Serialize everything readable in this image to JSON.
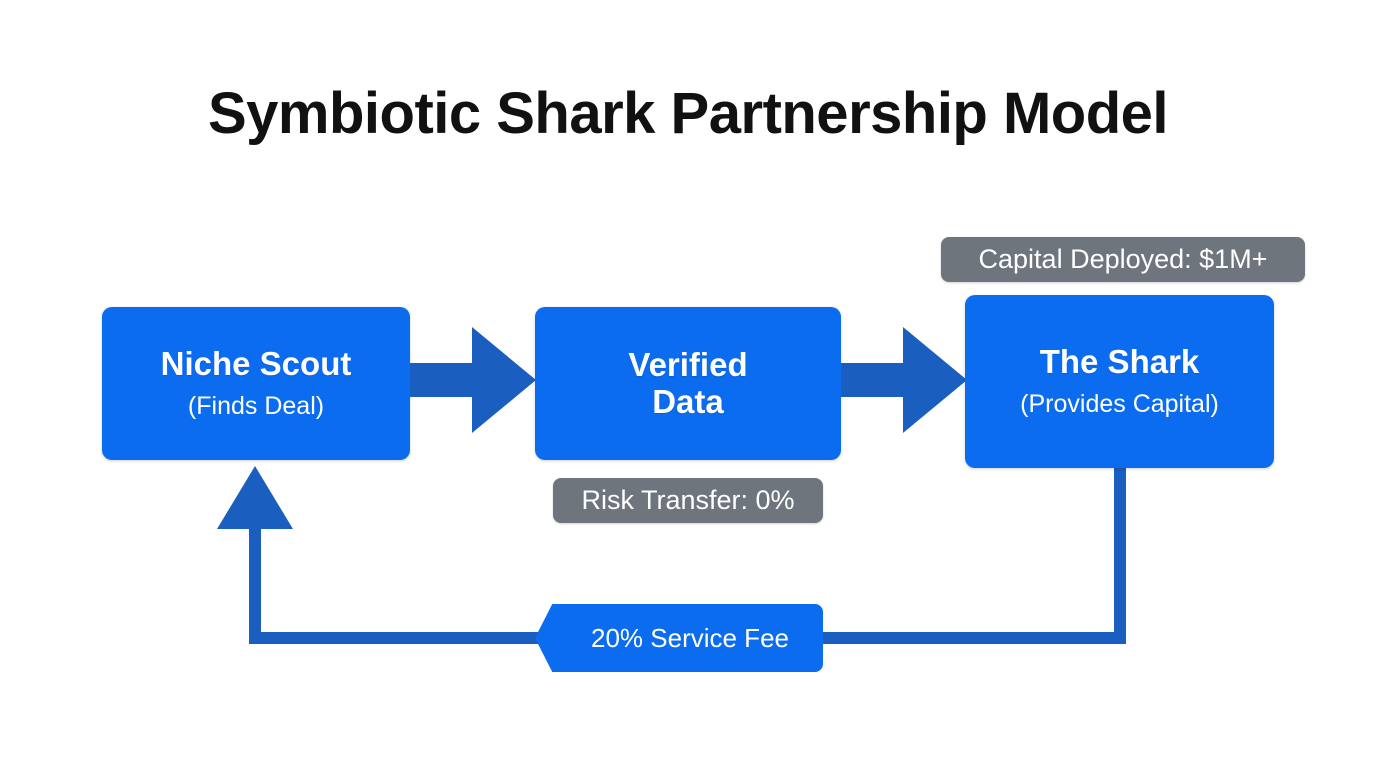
{
  "title": "Symbiotic Shark Partnership Model",
  "nodes": [
    {
      "id": "niche-scout",
      "title": "Niche Scout",
      "subtitle": "(Finds Deal)"
    },
    {
      "id": "verified-data",
      "title": "Verified\nData",
      "subtitle": ""
    },
    {
      "id": "the-shark",
      "title": "The Shark",
      "subtitle": "(Provides Capital)"
    }
  ],
  "badges": {
    "capital": "Capital Deployed: $1M+",
    "risk": "Risk Transfer: 0%"
  },
  "feedback": {
    "label": "20% Service Fee"
  },
  "colors": {
    "node_fill": "#0b6cf0",
    "arrow": "#1a5fc0",
    "badge_gray": "#6e757d",
    "title_text": "#111111",
    "background": "#ffffff"
  }
}
